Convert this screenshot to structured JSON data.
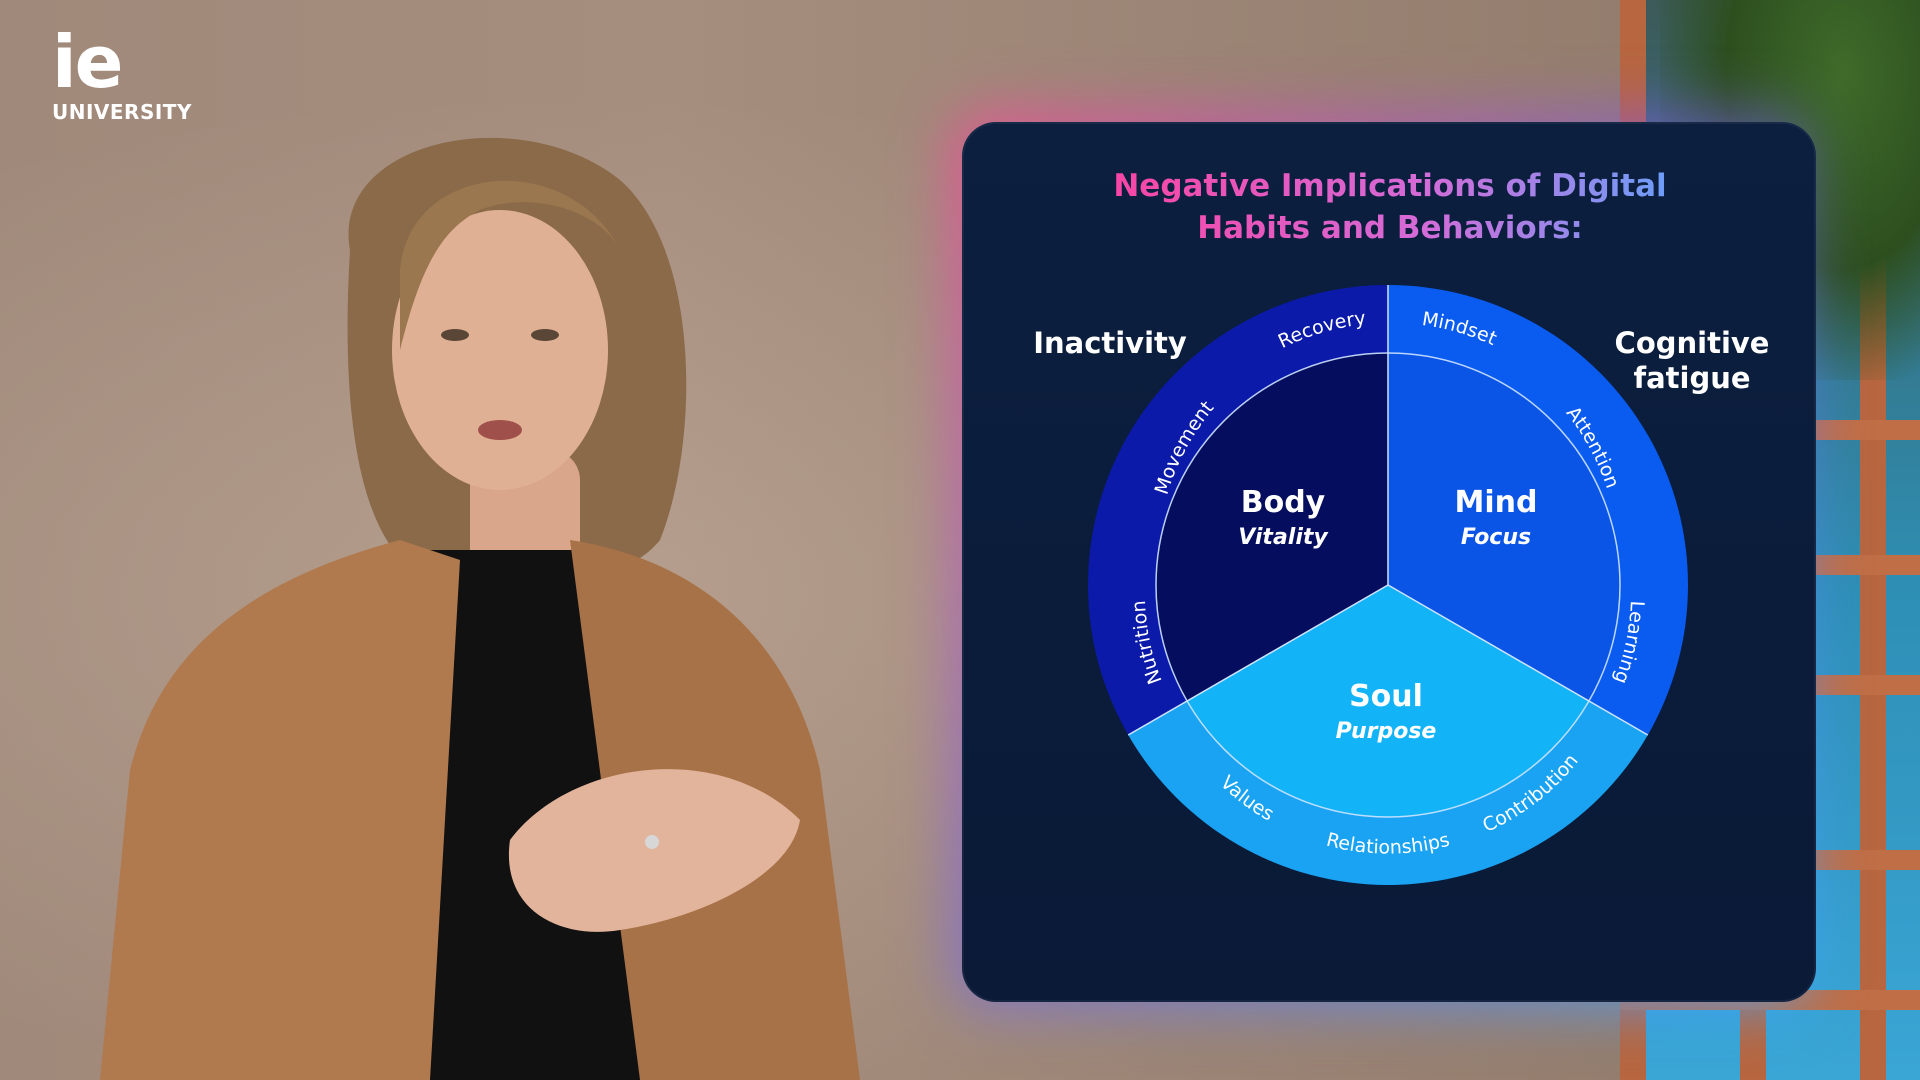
{
  "logo": {
    "mark": "ie",
    "sub": "UNIVERSITY"
  },
  "slide": {
    "title": "Negative Implications of Digital Habits and Behaviors:",
    "corner_left": "Inactivity",
    "corner_right": "Cognitive fatigue"
  },
  "wheel": {
    "body": {
      "label": "Body",
      "sub": "Vitality",
      "items": [
        "Recovery",
        "Movement",
        "Nutrition"
      ]
    },
    "mind": {
      "label": "Mind",
      "sub": "Focus",
      "items": [
        "Mindset",
        "Attention",
        "Learning"
      ]
    },
    "soul": {
      "label": "Soul",
      "sub": "Purpose",
      "items": [
        "Values",
        "Relationships",
        "Contribution"
      ]
    }
  },
  "colors": {
    "body_outer": "#0b1aa8",
    "body_inner": "#050d5e",
    "mind_outer": "#0a5cf0",
    "mind_inner": "#0a54e6",
    "soul_outer": "#1aa3f2",
    "soul_inner": "#12b3f7",
    "slide_bg": "#0c1f3f"
  }
}
